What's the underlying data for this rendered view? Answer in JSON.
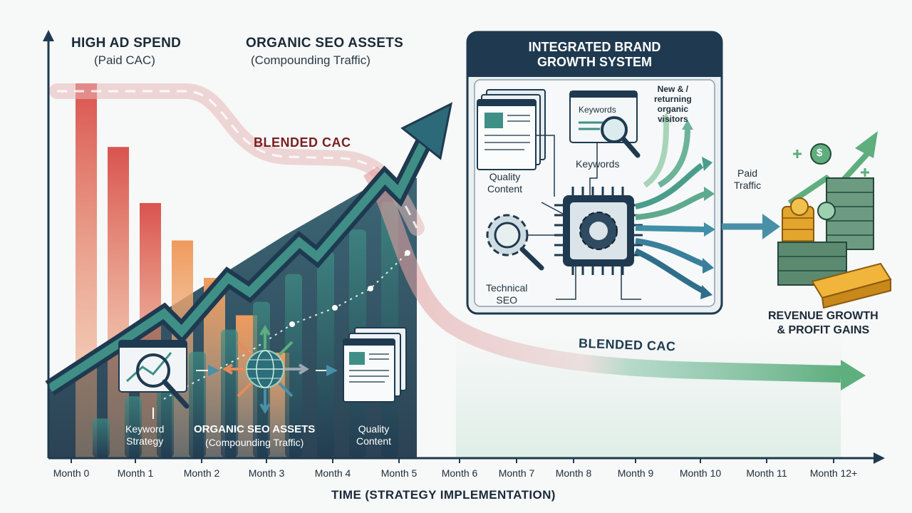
{
  "chart_data": {
    "type": "diagram",
    "xlabel": "TIME (STRATEGY IMPLEMENTATION)",
    "x_ticks": [
      "Month 0",
      "Month 1",
      "Month 2",
      "Month 3",
      "Month 4",
      "Month 5",
      "Month 6",
      "Month 7",
      "Month 8",
      "Month 9",
      "Month 10",
      "Month 11",
      "Month 12+"
    ],
    "paid_bars_relative": [
      1.0,
      0.83,
      0.68,
      0.58,
      0.48,
      0.38,
      0.28
    ],
    "organic_bars_relative": [
      0.14,
      0.22,
      0.3,
      0.38,
      0.46,
      0.56,
      0.66,
      0.74,
      0.82,
      0.92
    ],
    "paid_label": {
      "title": "HIGH AD SPEND",
      "sub": "(Paid CAC)"
    },
    "organic_label": {
      "title": "ORGANIC SEO ASSETS",
      "sub": "(Compounding Traffic)"
    },
    "blended_cac_label": "BLENDED CAC"
  },
  "system": {
    "title_line1": "INTEGRATED BRAND",
    "title_line2": "GROWTH SYSTEM",
    "card_keywords": "Keywords",
    "label_quality_line1": "Quality",
    "label_quality_line2": "Content",
    "label_keywords": "Keywords",
    "label_technical_line1": "Technical",
    "label_technical_line2": "SEO",
    "visitors_line1": "New & /",
    "visitors_line2": "returning",
    "visitors_line3": "organic",
    "visitors_line4": "visitors",
    "paid_traffic_line1": "Paid",
    "paid_traffic_line2": "Traffic"
  },
  "bottom_flow": {
    "keyword_line1": "Keyword",
    "keyword_line2": "Strategy",
    "organic_title": "ORGANIC SEO ASSETS",
    "organic_sub": "(Compounding Traffic)",
    "quality_line1": "Quality",
    "quality_line2": "Content"
  },
  "revenue": {
    "line1": "REVENUE GROWTH",
    "line2": "& PROFIT GAINS",
    "coin_symbol": "$"
  },
  "colors": {
    "paid_red": "#d9534f",
    "paid_orange": "#ef9a5c",
    "navy": "#1f3a50",
    "teal": "#3f8f86",
    "green": "#5fae7e",
    "gold": "#e3a52b",
    "accent_dark_red": "#7a1f1f"
  }
}
